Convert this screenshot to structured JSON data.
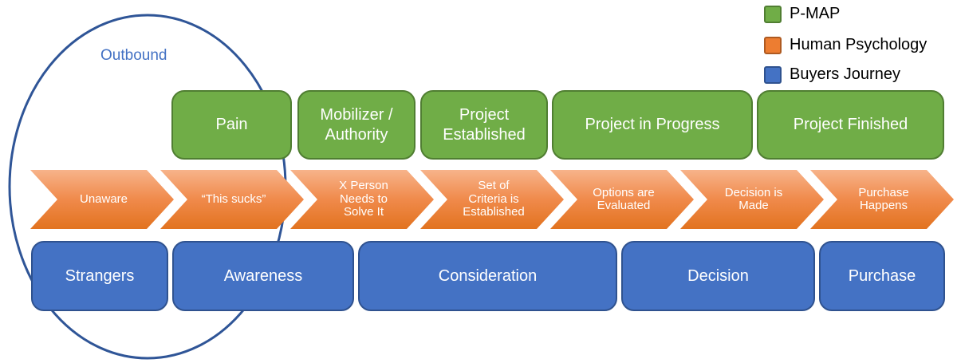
{
  "outbound_label": "Outbound",
  "legend": [
    {
      "label": "P-MAP",
      "color": "#70AD47"
    },
    {
      "label": "Human Psychology",
      "color": "#ED7D31"
    },
    {
      "label": "Buyers Journey",
      "color": "#4472C4"
    }
  ],
  "pmap": [
    "Pain",
    "Mobilizer /\nAuthority",
    "Project\nEstablished",
    "Project in Progress",
    "Project Finished"
  ],
  "psychology": [
    "Unaware",
    "“This sucks”",
    "X Person\nNeeds to\nSolve It",
    "Set of\nCriteria is\nEstablished",
    "Options are\nEvaluated",
    "Decision is\nMade",
    "Purchase\nHappens"
  ],
  "journey": [
    "Strangers",
    "Awareness",
    "Consideration",
    "Decision",
    "Purchase"
  ],
  "colors": {
    "green": "#70AD47",
    "orange": "#ED7D31",
    "blue": "#4472C4",
    "ellipse": "#2F5597"
  }
}
